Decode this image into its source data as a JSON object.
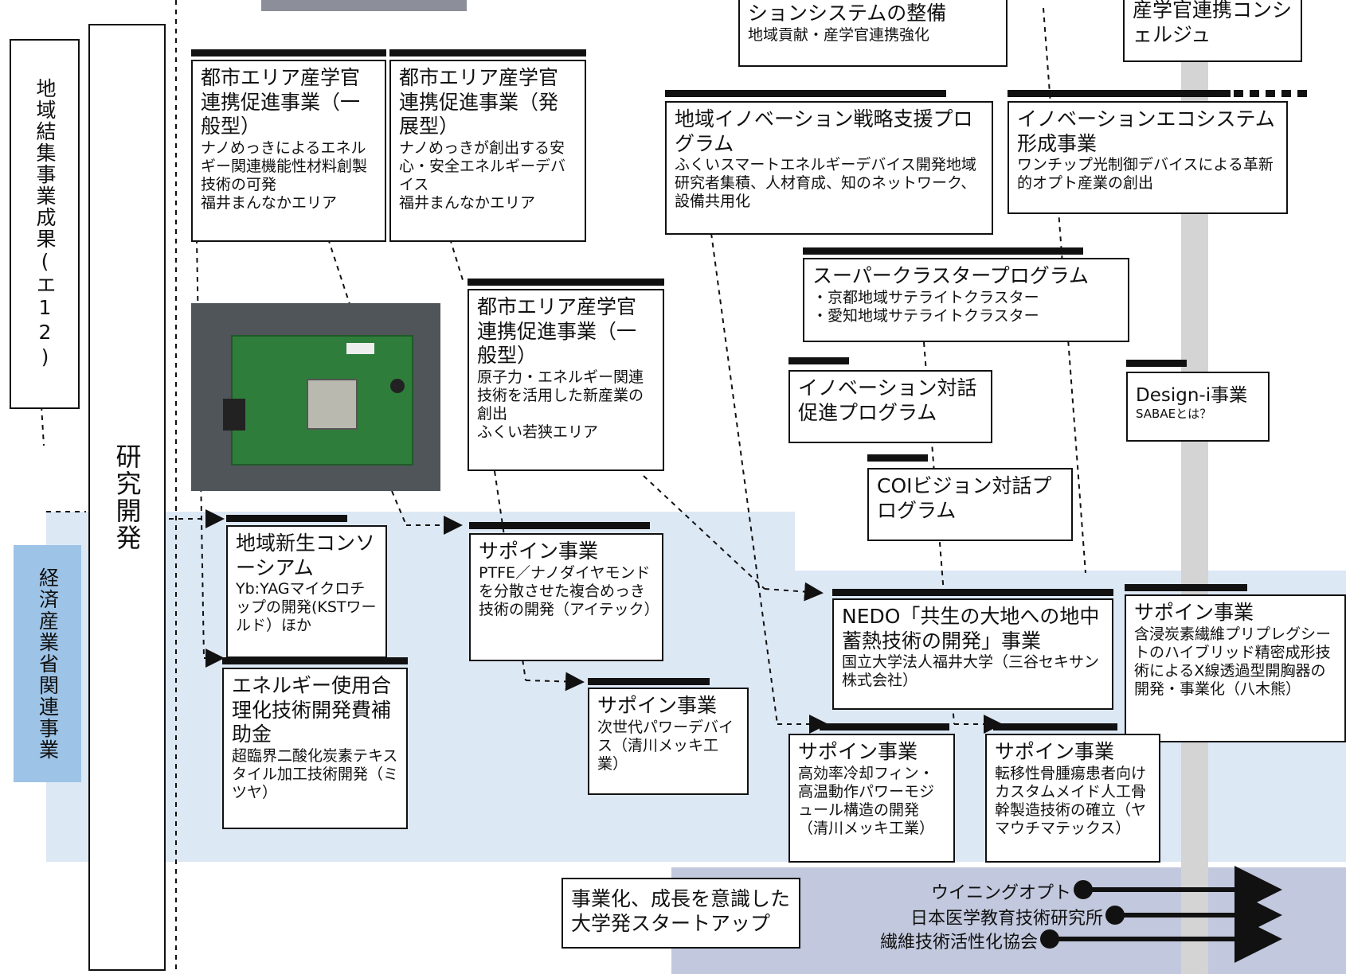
{
  "side_labels": {
    "regional": "地域結集事業成果(エ12)",
    "research": "研究開発",
    "meti": "経済産業省関連事業"
  },
  "top_boxes": {
    "system": {
      "title": "ションシステムの整備",
      "sub": "地域貢献・産学官連携強化"
    },
    "concierge": {
      "title": "産学官連携コンシェルジュ"
    }
  },
  "boxes": {
    "toshi_general": {
      "title": "都市エリア産学官連携促進事業（一般型）",
      "sub": "ナノめっきによるエネルギー関連機能性材料創製技術の可発",
      "area": "福井まんなかエリア"
    },
    "toshi_develop": {
      "title": "都市エリア産学官連携促進事業（発展型）",
      "sub": "ナノめっきが創出する安心・安全エネルギーデバイス",
      "area": "福井まんなかエリア"
    },
    "toshi_general2": {
      "title": "都市エリア産学官連携促進事業（一般型）",
      "sub": "原子力・エネルギー関連技術を活用した新産業の創出",
      "area": "ふくい若狭エリア"
    },
    "regional_innovation": {
      "title": "地域イノベーション戦略支援プログラム",
      "sub": "ふくいスマートエネルギーデバイス開発地域研究者集積、人材育成、知のネットワーク、設備共用化"
    },
    "ecosystem": {
      "title": "イノベーションエコシステム形成事業",
      "sub": "ワンチップ光制御デバイスによる革新的オプト産業の創出"
    },
    "supercluster": {
      "title": "スーパークラスタープログラム",
      "items": [
        "・京都地域サテライトクラスター",
        "・愛知地域サテライトクラスター"
      ]
    },
    "dialogue": {
      "title": "イノベーション対話促進プログラム"
    },
    "design_i": {
      "title": "Design-i事業",
      "sub": "SABAEとは？"
    },
    "coi": {
      "title": "COIビジョン対話プログラム"
    },
    "consortium": {
      "title": "地域新生コンソーシアム",
      "sub": "Yb:YAGマイクロチップの開発(KSTワールド）ほか"
    },
    "energy_subsidy": {
      "title": "エネルギー使用合理化技術開発費補助金",
      "sub": "超臨界二酸化炭素テキスタイル加工技術開発（ミツヤ）"
    },
    "sapoin1": {
      "title": "サポイン事業",
      "sub": "PTFE／ナノダイヤモンドを分散させた複合めっき技術の開発（アイテック）"
    },
    "sapoin2": {
      "title": "サポイン事業",
      "sub": "次世代パワーデバイス（清川メッキ工業）"
    },
    "nedo": {
      "title": "NEDO「共生の大地への地中蓄熱技術の開発」事業",
      "sub": "国立大学法人福井大学（三谷セキサン株式会社）"
    },
    "sapoin3": {
      "title": "サポイン事業",
      "sub": "含浸炭素繊維プリプレグシートのハイブリッド精密成形技術によるX線透過型開胸器の開発・事業化（八木熊）"
    },
    "sapoin4": {
      "title": "サポイン事業",
      "sub": "高効率冷却フィン・高温動作パワーモジュール構造の開発（清川メッキ工業）"
    },
    "sapoin5": {
      "title": "サポイン事業",
      "sub": "転移性骨腫瘍患者向けカスタムメイド人工骨幹製造技術の確立（ヤマウチマテックス）"
    }
  },
  "startup": {
    "label": "事業化、成長を意識した大学発スタートアップ",
    "companies": [
      "ウイニングオプト",
      "日本医学教育技術研究所",
      "繊維技術活性化協会"
    ]
  },
  "colors": {
    "band": "#dde8f5",
    "band_dark": "#c2c8dd",
    "meti_label": "#9dc3e6",
    "timeline": "#d4d4d4",
    "ink": "#111111"
  }
}
